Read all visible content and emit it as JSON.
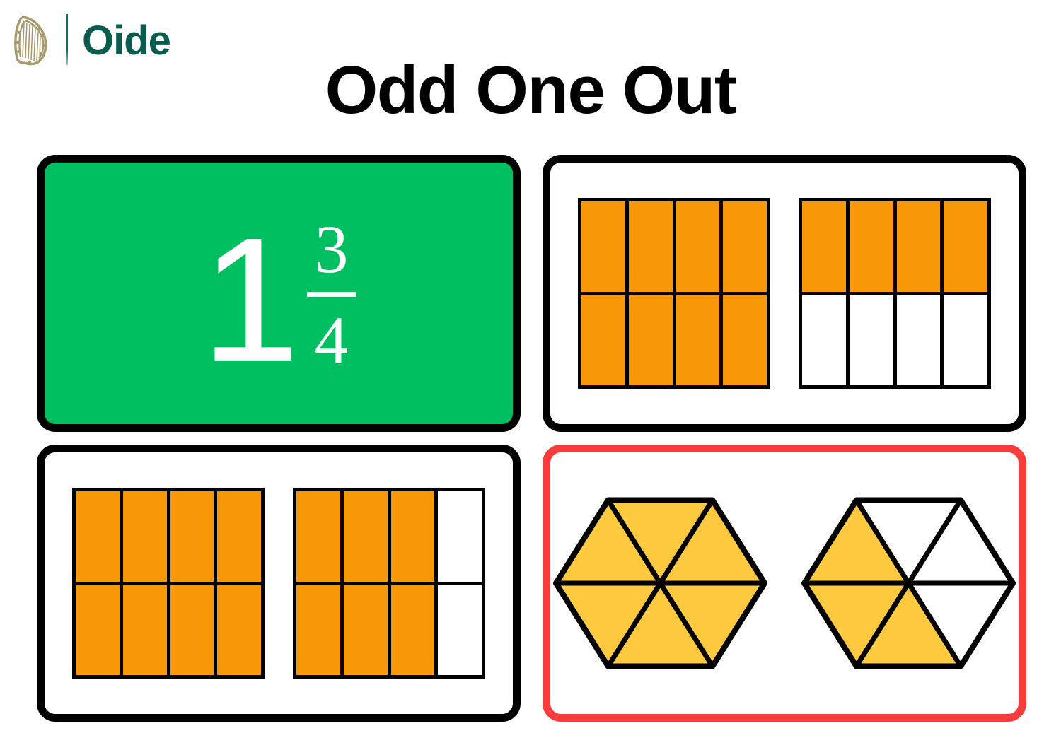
{
  "brand": {
    "logo_icon": "irish-harp-icon",
    "name": "Oide",
    "harp_color": "#a89968",
    "word_color": "#0a5c4e"
  },
  "header": {
    "title": "Odd One Out"
  },
  "colors": {
    "card_border": "#000000",
    "selected_border": "#fa3b3b",
    "answer_card_fill": "#00bf60",
    "rectangle_fill": "#f99806",
    "hexagon_fill": "#fdc93f",
    "unfilled": "#ffffff",
    "text_on_green": "#ffffff"
  },
  "cards": [
    {
      "id": "card-mixed-number",
      "position": "top-left",
      "kind": "mixed-number",
      "state": "highlighted-green",
      "whole": "1",
      "numerator": "3",
      "denominator": "4",
      "value_text": "1 3/4"
    },
    {
      "id": "card-rectangles-one-half",
      "position": "top-right",
      "kind": "rectangle-model",
      "state": "default",
      "value_text": "1 4/8",
      "models": [
        {
          "label": "whole-rectangle",
          "rows": 2,
          "cols": 4,
          "filled_count": 8,
          "total_count": 8,
          "cells": [
            true,
            true,
            true,
            true,
            true,
            true,
            true,
            true
          ]
        },
        {
          "label": "part-rectangle",
          "rows": 2,
          "cols": 4,
          "filled_count": 4,
          "total_count": 8,
          "cells": [
            true,
            true,
            true,
            true,
            false,
            false,
            false,
            false
          ]
        }
      ]
    },
    {
      "id": "card-rectangles-three-quarters",
      "position": "bottom-left",
      "kind": "rectangle-model",
      "state": "default",
      "value_text": "1 6/8",
      "models": [
        {
          "label": "whole-rectangle",
          "rows": 2,
          "cols": 4,
          "filled_count": 8,
          "total_count": 8,
          "cells": [
            true,
            true,
            true,
            true,
            true,
            true,
            true,
            true
          ]
        },
        {
          "label": "part-rectangle",
          "rows": 2,
          "cols": 4,
          "filled_count": 6,
          "total_count": 8,
          "cells": [
            true,
            true,
            true,
            false,
            true,
            true,
            true,
            false
          ]
        }
      ]
    },
    {
      "id": "card-hexagons-one-half",
      "position": "bottom-right",
      "kind": "hexagon-model",
      "state": "selected-red",
      "value_text": "1 3/6",
      "models": [
        {
          "label": "whole-hexagon",
          "segments": 6,
          "filled_count": 6,
          "total_count": 6,
          "segments_filled": [
            true,
            true,
            true,
            true,
            true,
            true
          ]
        },
        {
          "label": "part-hexagon",
          "segments": 6,
          "filled_count": 3,
          "total_count": 6,
          "segments_filled": [
            true,
            true,
            false,
            false,
            false,
            true
          ]
        }
      ]
    }
  ]
}
